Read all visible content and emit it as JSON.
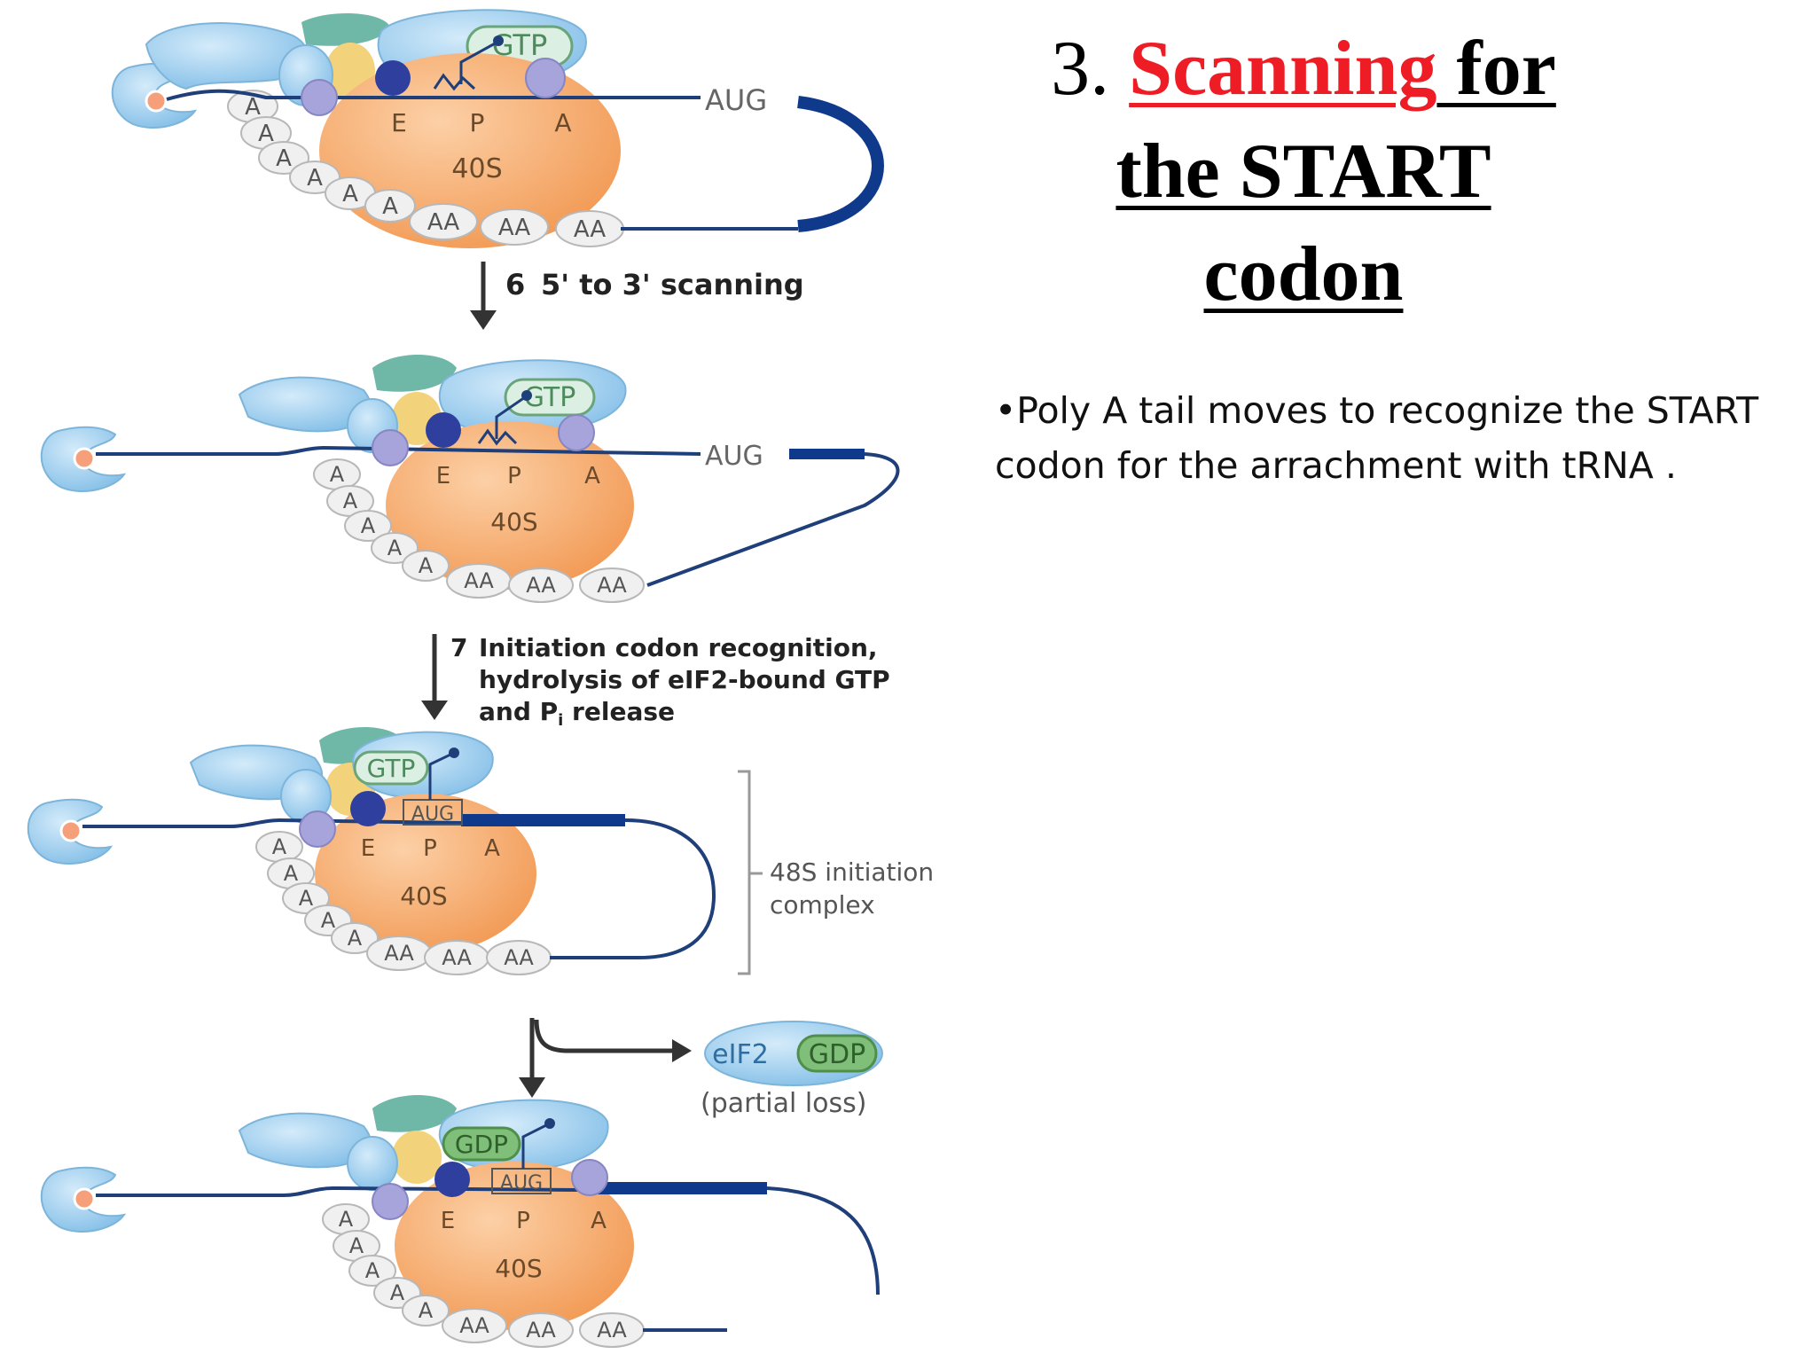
{
  "title": {
    "number": "3. ",
    "highlight": "Scanning",
    "rest1": " for",
    "line2": "the START",
    "line3": "codon",
    "highlight_color": "#ee1c24"
  },
  "bullet": {
    "marker": "•",
    "text": "Poly A tail moves to recognize the START codon for the arrachment with tRNA ."
  },
  "figure": {
    "panels": [
      {
        "id": "scanning-start",
        "gtp_label": "GTP",
        "site_e": "E",
        "site_p": "P",
        "site_a": "A",
        "subunit": "40S",
        "codon": "AUG",
        "polyA": [
          "A",
          "A",
          "A",
          "A",
          "A",
          "A",
          "AA",
          "AA",
          "AA"
        ]
      },
      {
        "id": "scanning-mid",
        "gtp_label": "GTP",
        "site_e": "E",
        "site_p": "P",
        "site_a": "A",
        "subunit": "40S",
        "codon": "AUG",
        "polyA": [
          "A",
          "A",
          "A",
          "A",
          "A",
          "AA",
          "AA",
          "AA"
        ]
      },
      {
        "id": "48s-complex",
        "gtp_label": "GTP",
        "site_e": "E",
        "site_p": "P",
        "site_a": "A",
        "subunit": "40S",
        "codon": "AUG",
        "polyA": [
          "A",
          "A",
          "A",
          "A",
          "A",
          "AA",
          "AA",
          "AA"
        ]
      },
      {
        "id": "gtp-hydrolysed",
        "gtp_label": "GDP",
        "site_e": "E",
        "site_p": "P",
        "site_a": "A",
        "subunit": "40S",
        "codon": "AUG",
        "polyA": [
          "A",
          "A",
          "A",
          "A",
          "A",
          "AA",
          "AA",
          "AA"
        ]
      }
    ],
    "step6": {
      "num": "6",
      "label": "5' to 3' scanning"
    },
    "step7": {
      "num": "7",
      "line1": "Initiation codon recognition,",
      "line2": "hydrolysis of eIF2-bound GTP",
      "line3": "and P",
      "line3_sub": "i",
      "line3_rest": " release"
    },
    "complex_label": {
      "line1": "48S initiation",
      "line2": "complex"
    },
    "release": {
      "eif2": "eIF2",
      "gdp": "GDP",
      "note": "(partial loss)"
    },
    "colors": {
      "subunit": "#f6a96b",
      "eif_blue": "#a9d3ef",
      "eif_dark": "#4aa3d9",
      "teal": "#6fb8a8",
      "yellow": "#f3d27c",
      "gtp_fill": "#dcefe3",
      "gdp_fill": "#7fbf7a",
      "mrna": "#1f3f7a",
      "orf": "#0f3a8c",
      "trna_ball": "#a6a4db",
      "met_ball": "#2e3f9e",
      "polyA_fill": "#f0f0f0"
    }
  }
}
